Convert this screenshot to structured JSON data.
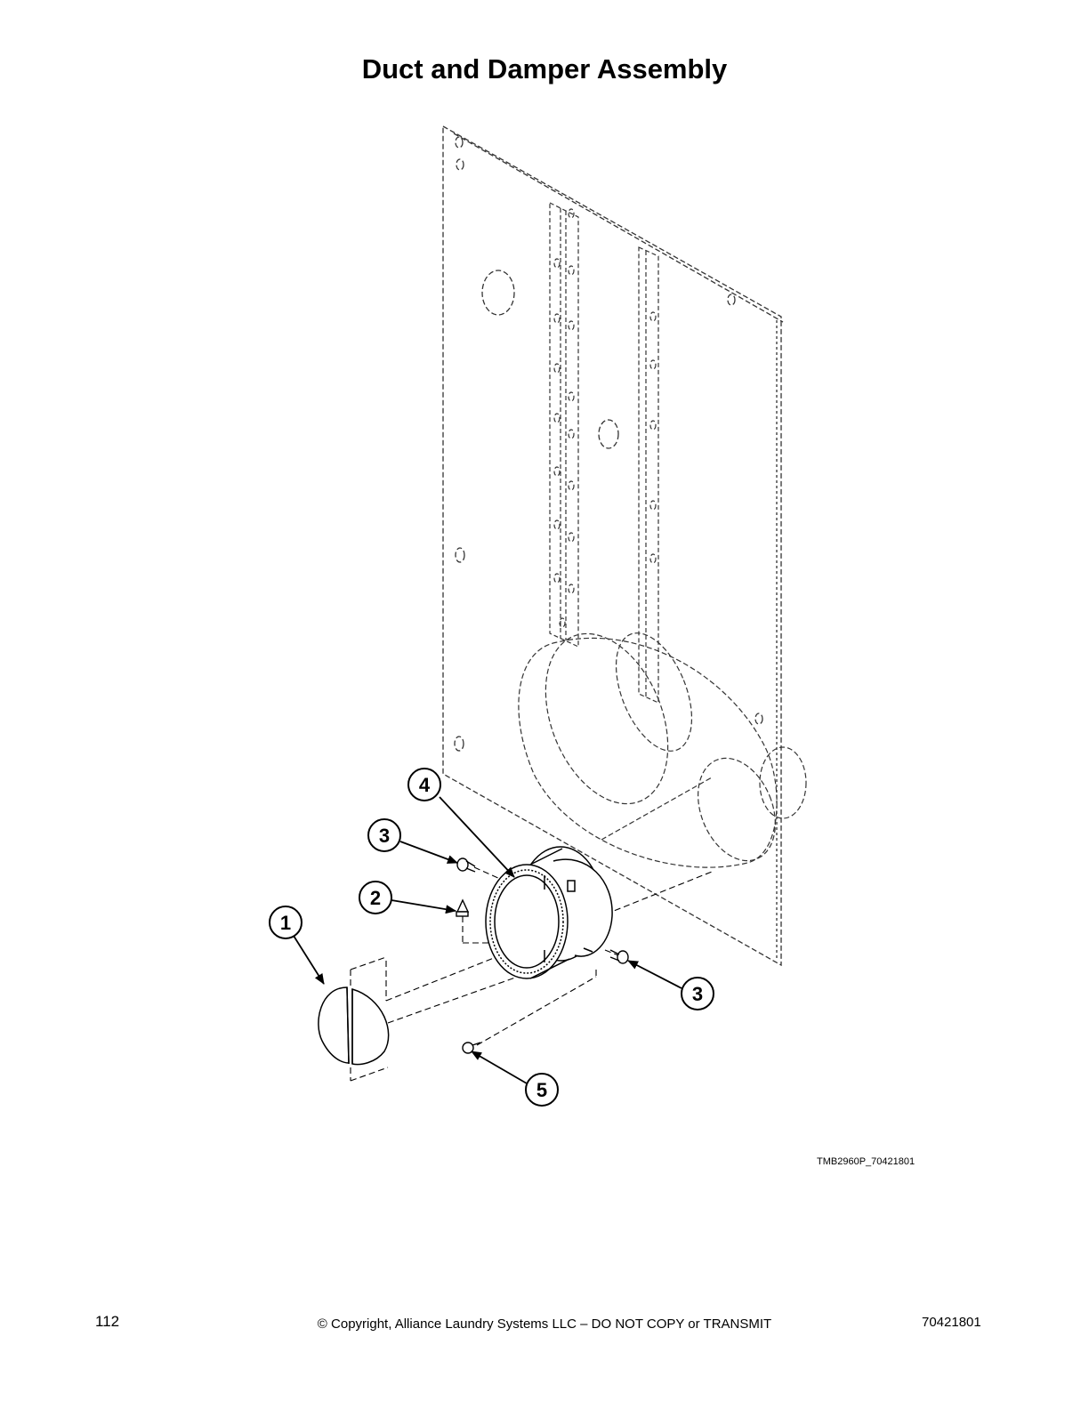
{
  "title": "Duct and Damper Assembly",
  "callouts": [
    {
      "label": "1"
    },
    {
      "label": "2"
    },
    {
      "label": "3"
    },
    {
      "label": "3"
    },
    {
      "label": "4"
    },
    {
      "label": "5"
    }
  ],
  "drawing_id": "TMB2960P_70421801",
  "footer": {
    "page_number": "112",
    "copyright": "© Copyright, Alliance Laundry Systems LLC – DO NOT COPY or TRANSMIT",
    "document_number": "70421801"
  }
}
